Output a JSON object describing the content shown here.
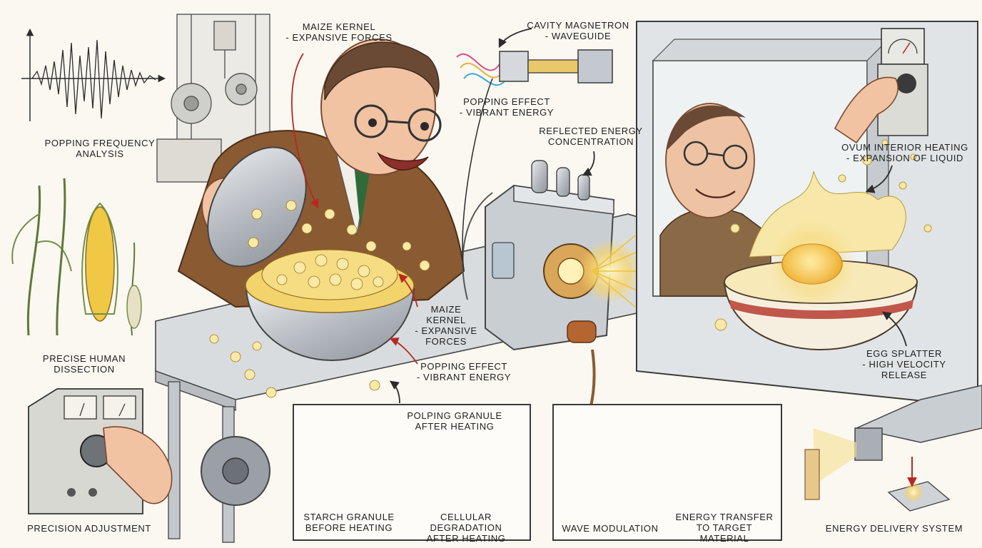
{
  "labels": {
    "popping_frequency": "POPPING FREQUENCY\nANALYSIS",
    "maize_top": "MAIZE KERNEL\n- EXPANSIVE FORCES",
    "cavity": "CAVITY MAGNETRON\n- WAVEGUIDE",
    "popping_effect_top": "POPPING EFFECT\n- VIBRANT ENERGY",
    "reflected": "REFLECTED ENERGY\nCONCENTRATION",
    "ovum": "OVUM INTERIOR HEATING\n- EXPANSION OF LIQUID",
    "dissection": "PRECISE HUMAN DISSECTION",
    "maize_mid": "MAIZE\nKERNEL\n- EXPANSIVE\nFORCES",
    "popping_effect_mid": "POPPING EFFECT\n- VIBRANT ENERGY",
    "egg_splatter": "EGG SPLATTER\n- HIGH VELOCITY\nRELEASE",
    "precision": "PRECISION ADJUSTMENT",
    "energy_delivery": "ENERGY DELIVERY SYSTEM"
  },
  "starch_panel": {
    "polping": "POLPING GRANULE\nAFTER HEATING",
    "starch": "STARCH GRANULE\nBEFORE HEATING",
    "cellular": "CELLULAR DEGRADATION\nAFTER HEATING"
  },
  "circuit_panel": {
    "wave": "WAVE MODULATION",
    "transfer": "ENERGY TRANSFER\nTO TARGET MATERIAL"
  },
  "colors": {
    "ink": "#2b2b2b",
    "arrow_red": "#b8281f",
    "popcorn": "#f3d36b",
    "jacket": "#8a5a32",
    "metal": "#b9bec4",
    "egg_yolk": "#f5b51c",
    "bowl_band": "#c0574a"
  }
}
